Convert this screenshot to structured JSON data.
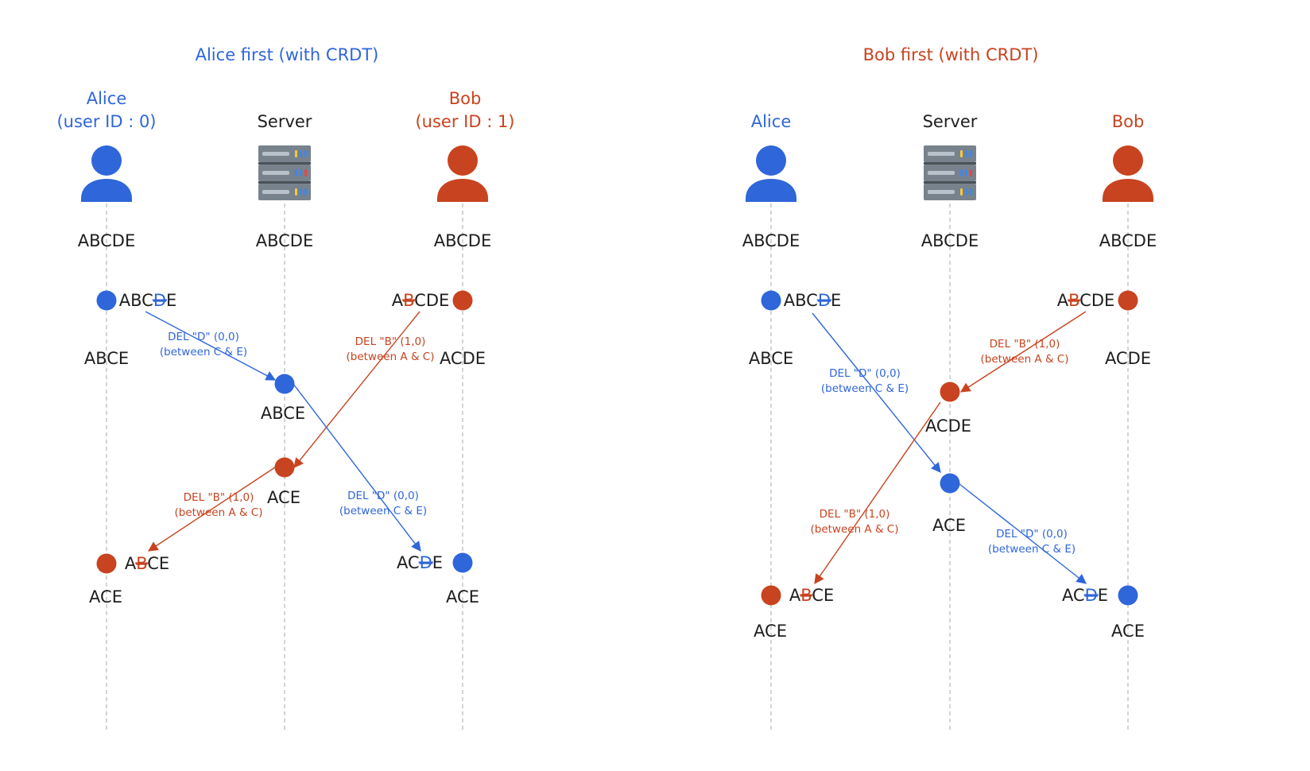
{
  "colors": {
    "alice": "#2f66d9",
    "bob": "#c8431f",
    "text": "#1e1e1e",
    "lifeline": "#b8b8b8"
  },
  "diagrams": [
    {
      "title": "Alice first (with CRDT)",
      "title_color": "#2f66d9",
      "actors": {
        "alice": {
          "lines": [
            "Alice",
            "(user ID : 0)"
          ]
        },
        "server": {
          "lines": [
            "Server"
          ]
        },
        "bob": {
          "lines": [
            "Bob",
            "(user ID : 1)"
          ]
        }
      },
      "initial": {
        "alice": "ABCDE",
        "server": "ABCDE",
        "bob": "ABCDE"
      },
      "alice_edit": {
        "pre": "ABC",
        "del": "D",
        "post": "E"
      },
      "bob_edit": {
        "pre": "A",
        "del": "B",
        "post": "CDE"
      },
      "alice_after_edit": "ABCE",
      "bob_after_edit": "ACDE",
      "server_first": "ABCE",
      "server_second": "ACE",
      "alice_recv": {
        "pre": "A",
        "del": "B",
        "post": "CE"
      },
      "bob_recv": {
        "pre": "AC",
        "del": "D",
        "post": "E"
      },
      "alice_final": "ACE",
      "bob_final": "ACE",
      "messages": {
        "alice_to_server": [
          "DEL \"D\" (0,0)",
          "(between C & E)"
        ],
        "bob_to_server": [
          "DEL \"B\" (1,0)",
          "(between A & C)"
        ],
        "server_to_alice": [
          "DEL \"B\" (1,0)",
          "(between A & C)"
        ],
        "server_to_bob": [
          "DEL \"D\" (0,0)",
          "(between C & E)"
        ]
      }
    },
    {
      "title": "Bob first (with CRDT)",
      "title_color": "#c8431f",
      "actors": {
        "alice": {
          "lines": [
            "Alice"
          ]
        },
        "server": {
          "lines": [
            "Server"
          ]
        },
        "bob": {
          "lines": [
            "Bob"
          ]
        }
      },
      "initial": {
        "alice": "ABCDE",
        "server": "ABCDE",
        "bob": "ABCDE"
      },
      "alice_edit": {
        "pre": "ABC",
        "del": "D",
        "post": "E"
      },
      "bob_edit": {
        "pre": "A",
        "del": "B",
        "post": "CDE"
      },
      "alice_after_edit": "ABCE",
      "bob_after_edit": "ACDE",
      "server_first": "ACDE",
      "server_second": "ACE",
      "alice_recv": {
        "pre": "A",
        "del": "B",
        "post": "CE"
      },
      "bob_recv": {
        "pre": "AC",
        "del": "D",
        "post": "E"
      },
      "alice_final": "ACE",
      "bob_final": "ACE",
      "messages": {
        "alice_to_server": [
          "DEL \"D\" (0,0)",
          "(between C & E)"
        ],
        "bob_to_server": [
          "DEL \"B\" (1,0)",
          "(between A & C)"
        ],
        "server_to_alice": [
          "DEL \"B\" (1,0)",
          "(between A & C)"
        ],
        "server_to_bob": [
          "DEL \"D\" (0,0)",
          "(between C & E)"
        ]
      }
    }
  ]
}
